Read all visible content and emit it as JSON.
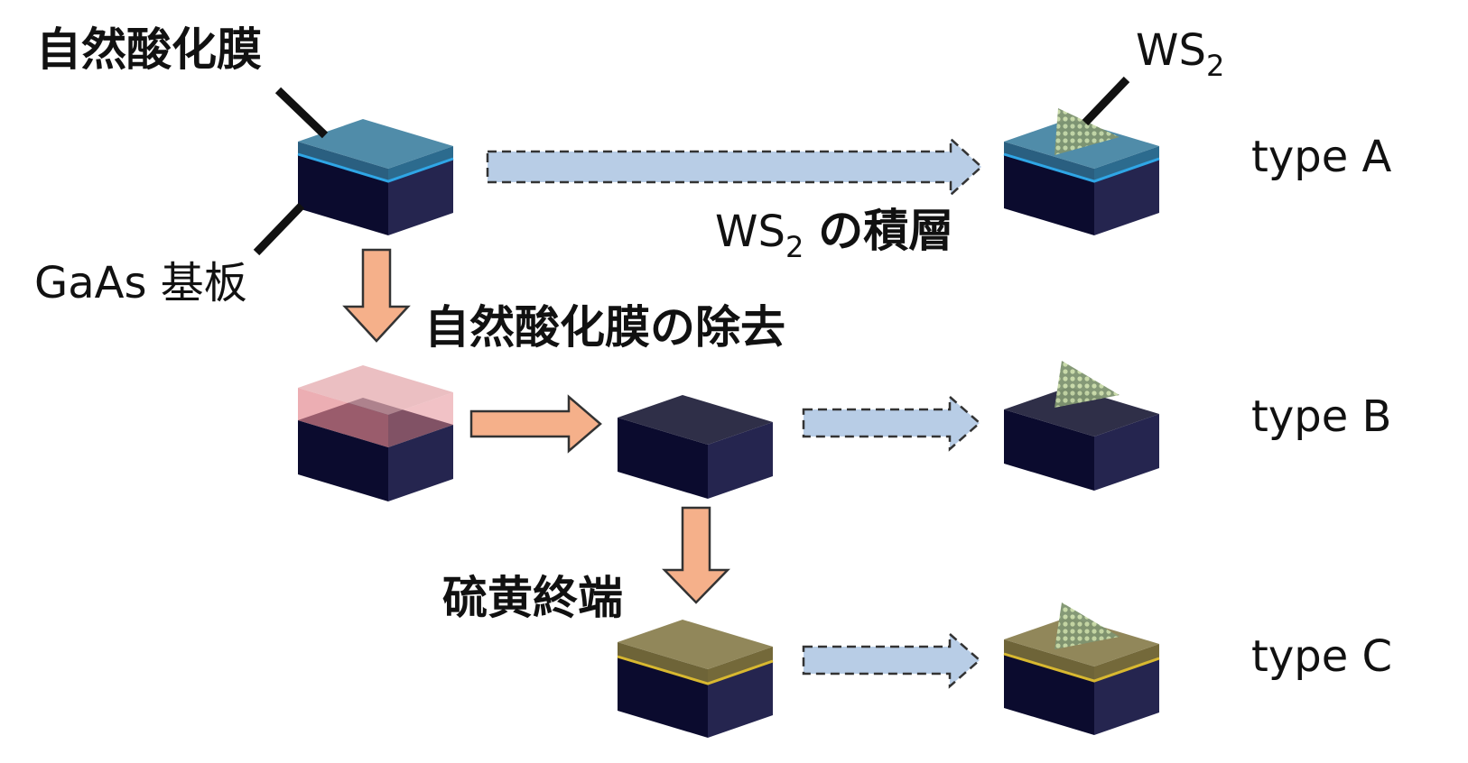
{
  "labels": {
    "native_oxide": "自然酸化膜",
    "ws2_prefix": "WS",
    "ws2_subscript": "2",
    "ws2_stack_suffix": "の積層",
    "gaas_substrate": "GaAs 基板",
    "oxide_removal": "自然酸化膜の除去",
    "sulfur_termination": "硫黄終端",
    "type_a": "type A",
    "type_b": "type B",
    "type_c": "type C"
  },
  "colors": {
    "substrate_dark": "#0b0b2e",
    "substrate_side": "#25254f",
    "oxide_layer": "#2d6b8c",
    "oxide_edge": "#2fa6e6",
    "removed_layer": "#e08a90",
    "sulfur_layer": "#7c7040",
    "sulfur_edge": "#d8b830",
    "process_arrow": "#f5b08a",
    "deposit_arrow": "#b8cde6",
    "ws2_flake": "#a4ba8c"
  }
}
